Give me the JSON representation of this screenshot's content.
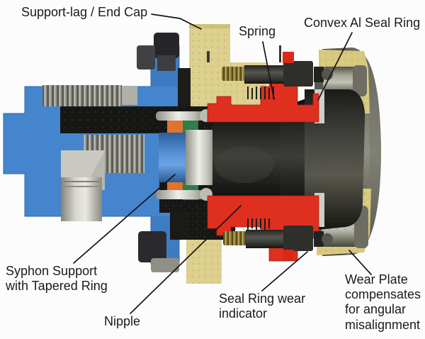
{
  "diagram": {
    "type": "mechanical-cutaway",
    "labels": {
      "support_lag_end_cap": "Support-lag / End Cap",
      "spring": "Spring",
      "convex_al_seal_ring": "Convex Al Seal Ring",
      "syphon_support": "Syphon Support\nwith Tapered Ring",
      "nipple": "Nipple",
      "seal_ring_wear_indicator": "Seal Ring wear\nindicator",
      "wear_plate": "Wear Plate\ncompensates\nfor angular\nmisalignment"
    },
    "colors": {
      "housing_blue": "#4585cd",
      "end_cap_yellow": "#ddcf8d",
      "wear_plate_yellow": "#d8c87e",
      "seal_red": "#df2f1f",
      "shaft_black": "#1d1d1b",
      "block_black": "#171715",
      "metal_gray": "#9a9a93",
      "brass": "#8f7e35",
      "ring_green": "#2f7d4b",
      "taper_orange": "#e0732f",
      "bolt_dark": "#2b2b2e",
      "leader_line": "#141414",
      "background": "#fcfcfc",
      "label_text": "#1b1b1b"
    }
  }
}
